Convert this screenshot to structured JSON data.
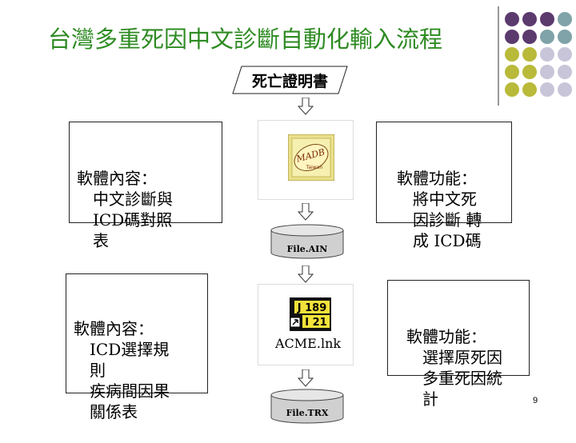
{
  "title": "台灣多重死因中文診斷自動化輸入流程",
  "top_input": "死亡證明書",
  "box1": {
    "lines": [
      "軟體內容：",
      "　中文診斷與",
      "　ICD碼對照",
      "　表"
    ]
  },
  "box2": {
    "lines": [
      "軟體功能：",
      "　將中文死",
      "　因診斷 轉",
      "　成 ICD碼"
    ]
  },
  "box3": {
    "lines": [
      "軟體內容：",
      "　ICD選擇規",
      "　則",
      "　疾病間因果",
      "　關係表"
    ]
  },
  "box4": {
    "lines": [
      "軟體功能：",
      "　選擇原死因",
      "　多重死因統",
      "　計"
    ]
  },
  "madb_icon": {
    "text_main": "MADB",
    "text_sub": "Taiwan"
  },
  "file1": "File.AIN",
  "acme_icon": {
    "line1": "J 189",
    "line2": "I 21",
    "label": "ACME.lnk"
  },
  "file2": "File.TRX",
  "page_number": "9",
  "colors": {
    "title": "#2e8b22",
    "purple": "#5b3a6e",
    "teal": "#7fa3a8",
    "olive": "#b9b93a",
    "lavender": "#c9c5d9"
  }
}
